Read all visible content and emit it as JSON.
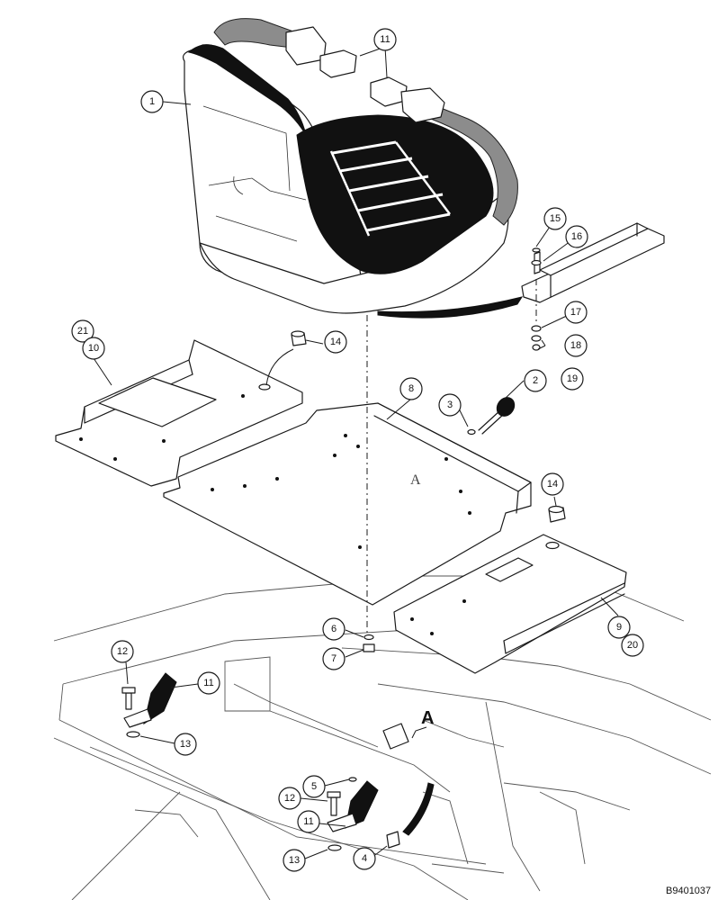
{
  "figure": {
    "reference_code": "B9401037",
    "view_marker": "A",
    "view_marker_ghost": "A"
  },
  "callouts": [
    {
      "id": "c1",
      "number": "1"
    },
    {
      "id": "c11a",
      "number": "11"
    },
    {
      "id": "c15",
      "number": "15"
    },
    {
      "id": "c16",
      "number": "16"
    },
    {
      "id": "c17",
      "number": "17"
    },
    {
      "id": "c18",
      "number": "18"
    },
    {
      "id": "c19",
      "number": "19"
    },
    {
      "id": "c21",
      "number": "21"
    },
    {
      "id": "c10",
      "number": "10"
    },
    {
      "id": "c14a",
      "number": "14"
    },
    {
      "id": "c8",
      "number": "8"
    },
    {
      "id": "c3",
      "number": "3"
    },
    {
      "id": "c2",
      "number": "2"
    },
    {
      "id": "c14b",
      "number": "14"
    },
    {
      "id": "c6",
      "number": "6"
    },
    {
      "id": "c7",
      "number": "7"
    },
    {
      "id": "c9",
      "number": "9"
    },
    {
      "id": "c20",
      "number": "20"
    },
    {
      "id": "c12a",
      "number": "12"
    },
    {
      "id": "c11b",
      "number": "11"
    },
    {
      "id": "c13a",
      "number": "13"
    },
    {
      "id": "c5",
      "number": "5"
    },
    {
      "id": "c12b",
      "number": "12"
    },
    {
      "id": "c11c",
      "number": "11"
    },
    {
      "id": "c13b",
      "number": "13"
    },
    {
      "id": "c4",
      "number": "4"
    }
  ]
}
